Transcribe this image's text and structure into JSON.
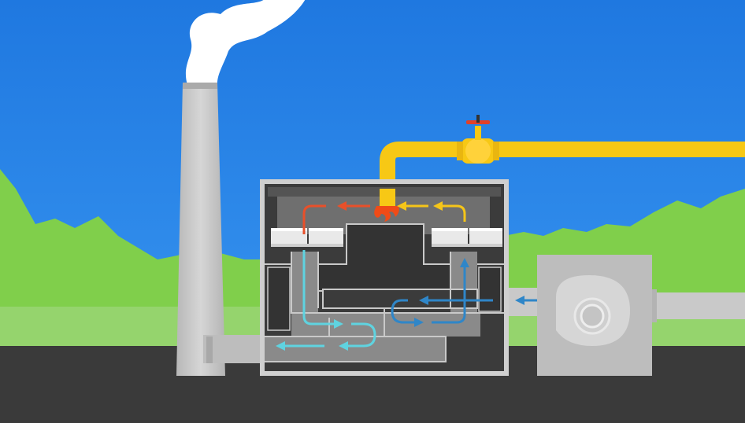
{
  "scene": {
    "description_tags": [
      "sky",
      "hills",
      "ground",
      "smokestack",
      "smoke",
      "oxidizer-box",
      "gas-pipe",
      "gas-valve",
      "burner-flame",
      "heat-exchange-media",
      "blower-fan",
      "inlet-duct",
      "outlet-duct"
    ]
  },
  "colors": {
    "sky_top": "#1f7ae0",
    "sky_bottom": "#2e8ff0",
    "hills": "#7fcf4a",
    "ground": "#3a3a3a",
    "stack": "#c8c8c8",
    "box_outer": "#c9c9c9",
    "box_dark": "#3d3d3d",
    "box_mid": "#8a8a8a",
    "pipe": "#f7c815",
    "valve_handle": "#e0412a",
    "flame": "#f04b17",
    "flow_hot": "#e8502a",
    "flow_warm": "#f5c518",
    "flow_cool": "#5fd3e0",
    "flow_inlet": "#2f86c8",
    "fan_housing": "#bdbdbd"
  },
  "icons": {
    "flame": "flame-icon",
    "valve": "valve-icon",
    "fan": "fan-icon",
    "smoke": "smoke-icon"
  }
}
